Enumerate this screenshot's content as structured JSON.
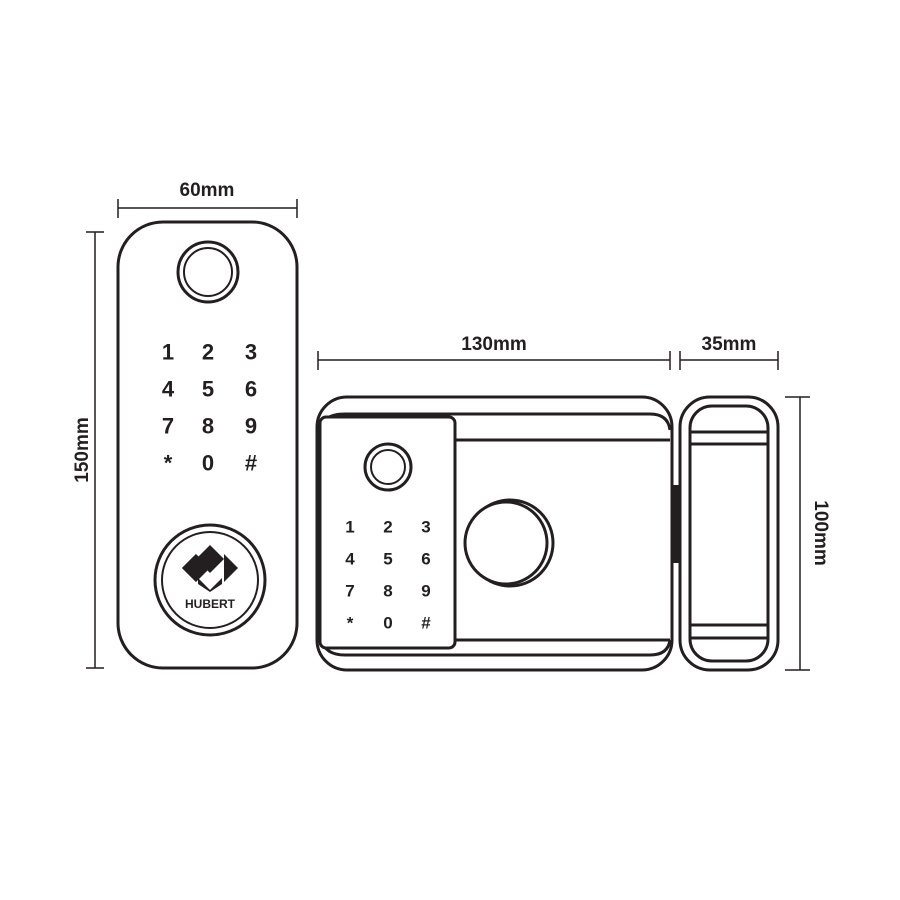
{
  "dimensions": {
    "front_width": "60mm",
    "front_height": "150mm",
    "body_width": "130mm",
    "strike_width": "35mm",
    "body_height": "100mm"
  },
  "keypad": {
    "keys": [
      "1",
      "2",
      "3",
      "4",
      "5",
      "6",
      "7",
      "8",
      "9",
      "*",
      "0",
      "#"
    ]
  },
  "brand": "HUBERT",
  "colors": {
    "line": "#231f20",
    "background": "#ffffff"
  }
}
